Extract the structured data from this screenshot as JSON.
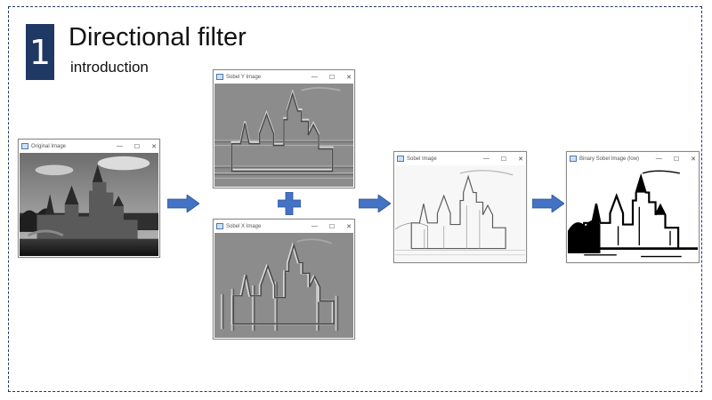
{
  "slide": {
    "number": "1",
    "title": "Directional filter",
    "subtitle": "introduction"
  },
  "windows": {
    "original": {
      "title": "Original Image"
    },
    "sobel_y": {
      "title": "Sobel Y Image"
    },
    "sobel_x": {
      "title": "Sobel X Image"
    },
    "sobel": {
      "title": "Sobel Image"
    },
    "binary": {
      "title": "Binary Sobel Image (low)"
    }
  },
  "window_controls": {
    "minimize": "—",
    "maximize": "☐",
    "close": "✕"
  },
  "colors": {
    "accent": "#1f3864",
    "arrow": "#4472c4"
  },
  "icons": {
    "arrow": "right-arrow-icon",
    "plus": "plus-icon"
  }
}
